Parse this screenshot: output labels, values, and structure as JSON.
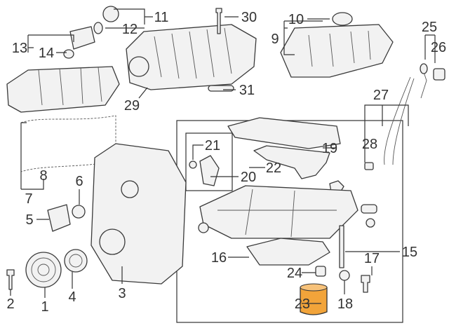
{
  "diagram": {
    "type": "exploded parts diagram",
    "callouts": [
      "1",
      "2",
      "3",
      "4",
      "5",
      "6",
      "7",
      "8",
      "9",
      "10",
      "11",
      "12",
      "13",
      "14",
      "15",
      "16",
      "17",
      "18",
      "19",
      "20",
      "21",
      "22",
      "23",
      "24",
      "25",
      "26",
      "27",
      "28",
      "29",
      "30",
      "31"
    ],
    "highlight_color": "#f2a43a",
    "highlighted_part": "23"
  }
}
